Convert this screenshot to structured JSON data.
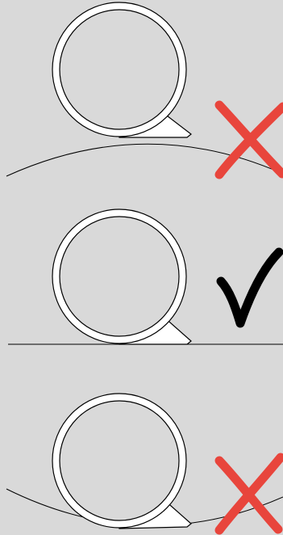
{
  "diagram": {
    "background_color": "#d9d9d9",
    "ring_fill": "#ffffff",
    "stroke_color": "#000000",
    "cross_color": "#e8453c",
    "check_color": "#000000",
    "panels": [
      {
        "surface": "convex",
        "verdict": "incorrect",
        "mark": "cross-icon"
      },
      {
        "surface": "flat",
        "verdict": "correct",
        "mark": "check-icon"
      },
      {
        "surface": "concave",
        "verdict": "incorrect",
        "mark": "cross-icon"
      }
    ]
  }
}
